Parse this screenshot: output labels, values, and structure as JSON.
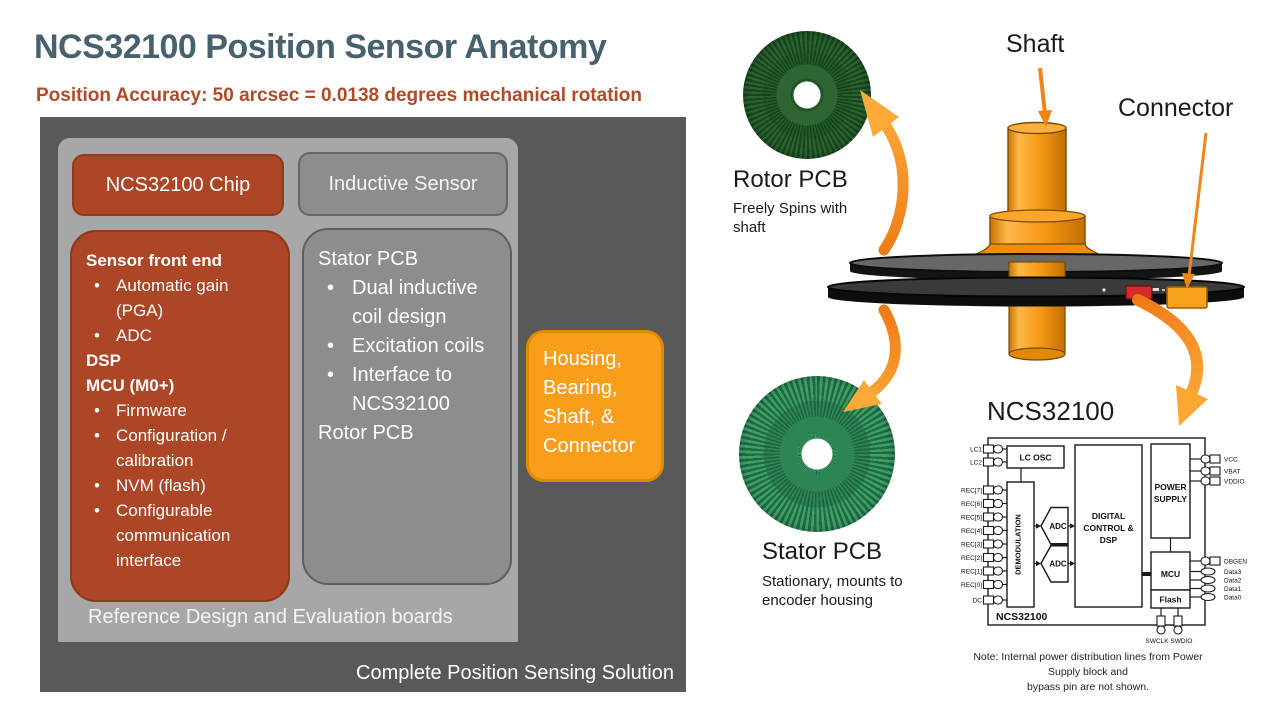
{
  "slide": {
    "title": "NCS32100 Position Sensor Anatomy",
    "subtitle": "Position Accuracy: 50 arcsec = 0.0138 degrees mechanical rotation"
  },
  "colors": {
    "title_text": "#47616e",
    "accent_rust": "#ad4627",
    "accent_orange": "#f89e1b",
    "panel_dark": "#595959",
    "panel_light": "#a7a7a7",
    "box_gray": "#8d8d8d",
    "arrow_orange": "#f08019"
  },
  "solution_panel": {
    "chip_box": {
      "title": "NCS32100 Chip",
      "heading": "Sensor front end",
      "bullets_a": [
        "Automatic gain (PGA)",
        "ADC"
      ],
      "subheading1": "DSP",
      "subheading2": "MCU (M0+)",
      "bullets_b": [
        "Firmware",
        "Configuration / calibration",
        "NVM (flash)",
        "Configurable communication interface"
      ]
    },
    "sensor_box": {
      "title": "Inductive Sensor",
      "heading": "Stator PCB",
      "bullets": [
        "Dual inductive coil design",
        "Excitation coils",
        "Interface to NCS32100"
      ],
      "footer": "Rotor PCB"
    },
    "housing_lines": [
      "Housing,",
      "Bearing,",
      "Shaft, &",
      "Connector"
    ],
    "reference_caption": "Reference Design and Evaluation boards",
    "solution_caption": "Complete Position Sensing Solution"
  },
  "illustration": {
    "shaft_label": "Shaft",
    "connector_label": "Connector",
    "rotor_title": "Rotor PCB",
    "rotor_desc_lines": [
      "Freely Spins with",
      "shaft"
    ],
    "stator_title": "Stator PCB",
    "stator_desc_lines": [
      "Stationary, mounts to",
      "encoder housing"
    ]
  },
  "block_diagram": {
    "title": "NCS32100",
    "chip_label": "NCS32100",
    "blocks": {
      "lc_osc": "LC OSC",
      "demodulation": "DEMODULATION",
      "adc1": "ADC",
      "adc2": "ADC",
      "dcdsp_lines": [
        "DIGITAL",
        "CONTROL &",
        "DSP"
      ],
      "power_lines": [
        "POWER",
        "SUPPLY"
      ],
      "mcu": "MCU",
      "flash": "Flash"
    },
    "left_pins": [
      "LC1",
      "LC2",
      "REC[7]",
      "REC[6]",
      "REC[5]",
      "REC[4]",
      "REC[3]",
      "REC[2]",
      "REC[1]",
      "REC[0]",
      "DC"
    ],
    "right_pins_top": [
      "VCC",
      "VBAT",
      "VDDIO"
    ],
    "right_pins_mcu": [
      "DBGEN",
      "Data3",
      "Data2",
      "Data1",
      "Data0"
    ],
    "bottom_pins_label": "SWCLK SWDIO",
    "note_lines": [
      "Note: Internal power distribution lines from Power Supply block and",
      "bypass pin are not shown."
    ]
  }
}
